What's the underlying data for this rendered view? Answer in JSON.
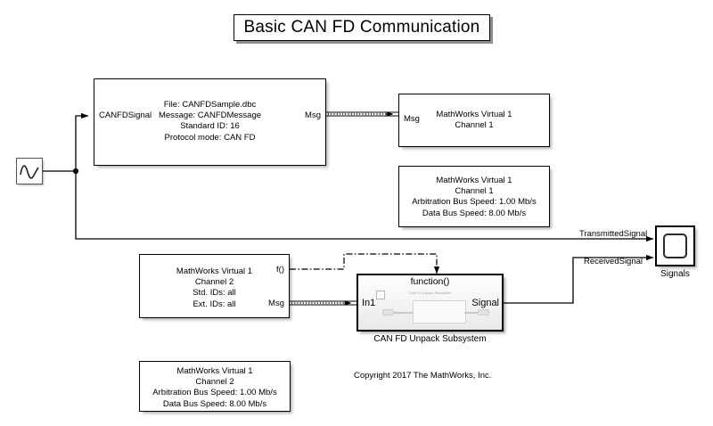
{
  "model": {
    "title": "Basic CAN FD Communication",
    "copyright": "Copyright 2017 The MathWorks, Inc.",
    "background": "#ffffff",
    "line_color": "#000000"
  },
  "blocks": {
    "signal_generator": {
      "name": "Signal Generator",
      "icon": "waveform-icon"
    },
    "can_pack": {
      "input_port": "CANFDSignal",
      "output_port": "Msg",
      "body": "File: CANFDSample.dbc\nMessage: CANFDMessage\nStandard ID: 16\nProtocol mode: CAN FD"
    },
    "can_transmit": {
      "input_port": "Msg",
      "body": "MathWorks Virtual 1\nChannel 1"
    },
    "can_config_tx": {
      "body": "MathWorks Virtual 1\nChannel 1\nArbitration Bus Speed: 1.00 Mb/s\nData Bus Speed: 8.00 Mb/s"
    },
    "can_receive": {
      "body": "MathWorks Virtual 1\nChannel 2\nStd. IDs: all\nExt. IDs: all",
      "fcn_port": "f()",
      "msg_port": "Msg"
    },
    "can_config_rx": {
      "body": "MathWorks Virtual 1\nChannel 2\nArbitration Bus Speed: 1.00 Mb/s\nData Bus Speed: 8.00 Mb/s"
    },
    "unpack_subsystem": {
      "caption": "CAN FD Unpack Subsystem",
      "trigger_label": "function()",
      "inport": "In1",
      "outport": "Signal",
      "thumbnail_title": "CAN FD Unpack Subsystem"
    },
    "scope": {
      "caption": "Signals"
    }
  },
  "signal_labels": {
    "transmitted": "TransmittedSignal",
    "received": "ReceivedSignal"
  }
}
